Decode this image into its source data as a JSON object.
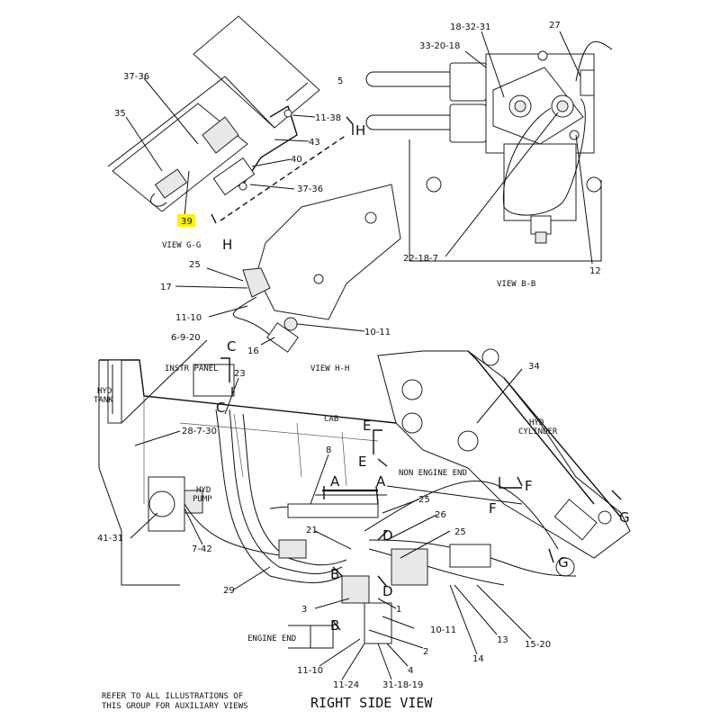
{
  "highlight": {
    "color": "#fff200",
    "part": "39"
  },
  "views": {
    "view_gg": "VIEW G-G",
    "view_hh": "VIEW H-H",
    "view_bb": "VIEW B-B",
    "right_side": "RIGHT SIDE VIEW"
  },
  "annotations": {
    "instr_panel": "INSTR PANEL",
    "hyd_tank_1": "HYD",
    "hyd_tank_2": "TANK",
    "hyd_pump_1": "HYD",
    "hyd_pump_2": "PUMP",
    "cab": "CAB",
    "hyd_cylinder_1": "HYD",
    "hyd_cylinder_2": "CYLINDER",
    "non_engine_end": "NON ENGINE END",
    "engine_end": "ENGINE END",
    "refer_1": "REFER TO ALL ILLUSTRATIONS OF",
    "refer_2": "THIS GROUP FOR AUXILIARY VIEWS"
  },
  "section_letters": {
    "H_top": "H",
    "H_bottom": "H",
    "C_top": "C",
    "C_bottom": "C",
    "E_top": "E",
    "E_bottom": "E",
    "F_left": "F",
    "F_right": "F",
    "G_top": "G",
    "G_bottom": "G",
    "A_left": "A",
    "A_right": "A",
    "B_top": "B",
    "B_bottom": "B",
    "D_top": "D",
    "D_bottom": "D"
  },
  "callouts": {
    "c37_36a": "37-36",
    "c5": "5",
    "c35": "35",
    "c11_38": "11-38",
    "c43": "43",
    "c40": "40",
    "c37_36b": "37-36",
    "c39": "39",
    "c18_32_31": "18-32-31",
    "c27": "27",
    "c33_20_18": "33-20-18",
    "c22_18_7": "22-18-7",
    "c12": "12",
    "c25a": "25",
    "c17": "17",
    "c11_10a": "11-10",
    "c10_11a": "10-11",
    "c16": "16",
    "c6_9_20": "6-9-20",
    "c23": "23",
    "c34": "34",
    "c28_7_30": "28-7-30",
    "c8": "8",
    "c25b": "25",
    "c41_31": "41-31",
    "c7_42": "7-42",
    "c21": "21",
    "c26": "26",
    "c25c": "25",
    "c29": "29",
    "c3": "3",
    "c1": "1",
    "c10_11b": "10-11",
    "c13": "13",
    "c15_20": "15-20",
    "c2": "2",
    "c14": "14",
    "c11_10b": "11-10",
    "c11_24": "11-24",
    "c31_18_19": "31-18-19",
    "c4": "4"
  }
}
